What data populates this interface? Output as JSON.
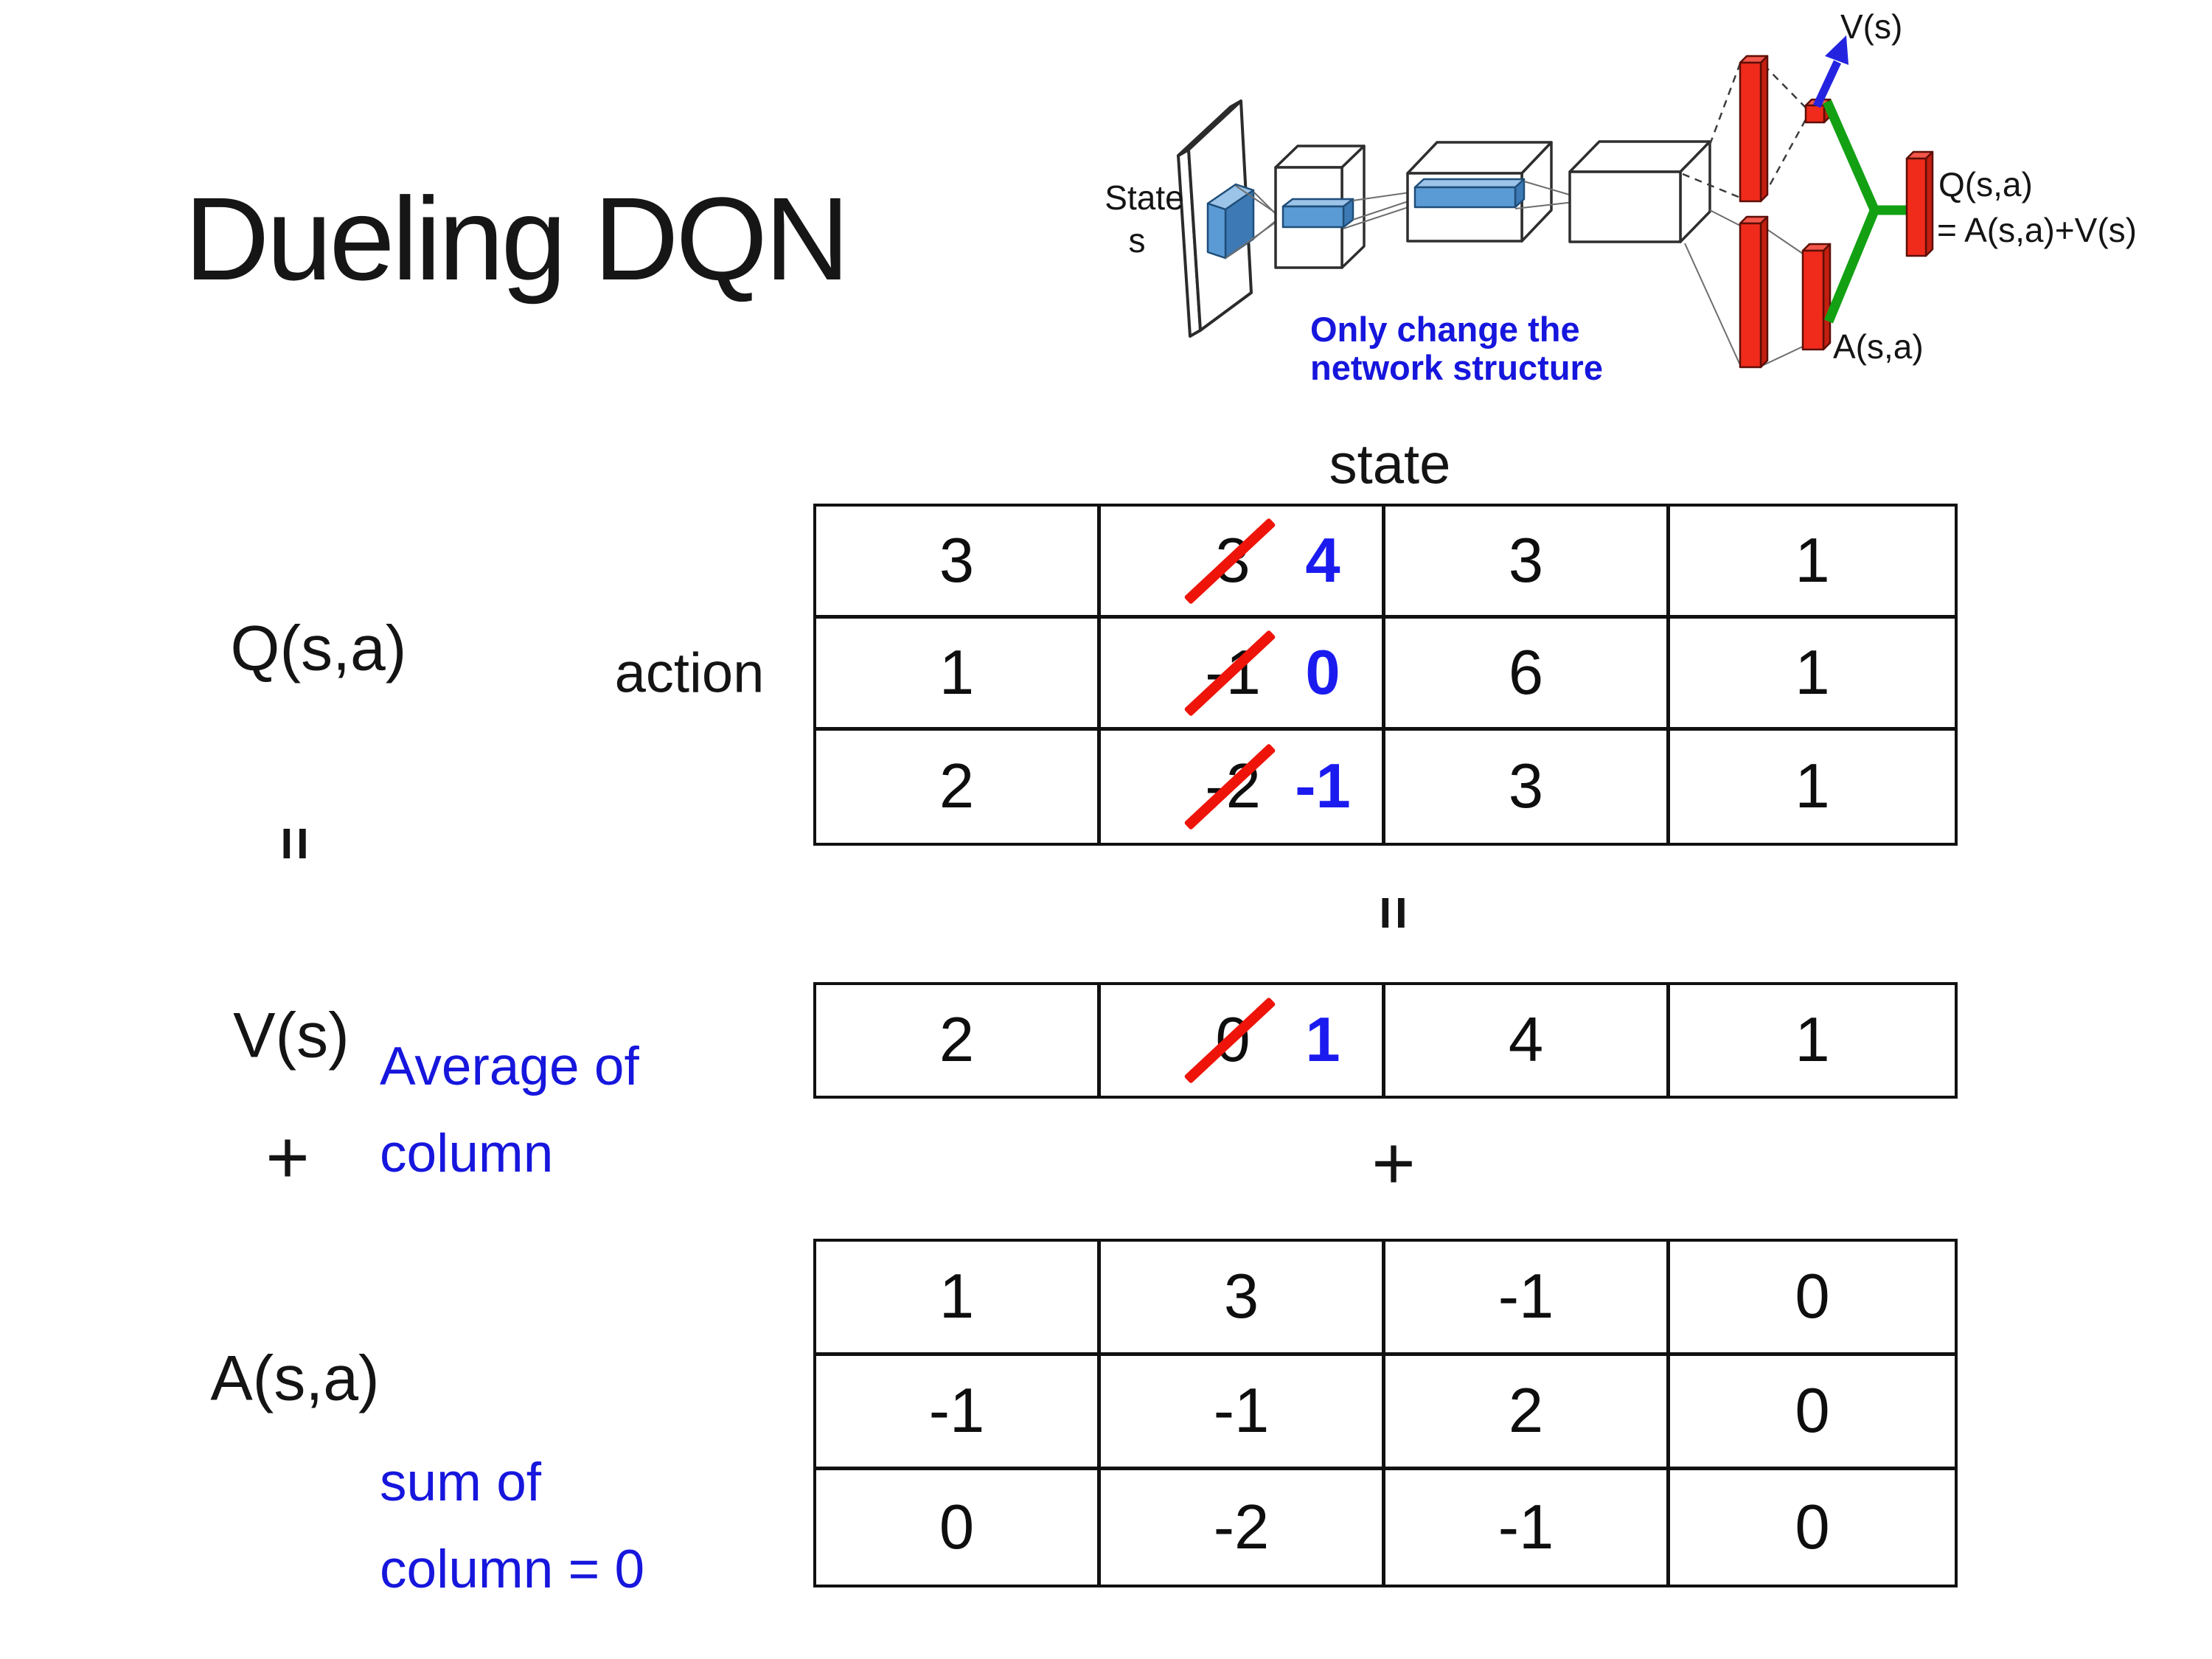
{
  "title": "Dueling DQN",
  "colors": {
    "annotation_blue": "#1616dd",
    "number_blue": "#1b1bf0",
    "strike_red": "#ee1409",
    "bar_red": "#f02b1b",
    "conv_slab_blue": "#5b9bd5",
    "merge_green": "#13a113",
    "arrow_blue": "#2424e0"
  },
  "diagram": {
    "state_line1": "State",
    "state_line2": "s",
    "note_line1": "Only change the",
    "note_line2": "network structure",
    "v_out_label": "V(s)",
    "a_out_label": "A(s,a)",
    "q_out_line1": "Q(s,a)",
    "q_out_line2": "= A(s,a)+V(s)"
  },
  "equation": {
    "q_term": "Q(s,a)",
    "equals_left": "=",
    "v_term": "V(s)",
    "plus_left": "+",
    "a_term": "A(s,a)",
    "equals_mid": "=",
    "plus_mid": "+",
    "state_header": "state",
    "action_header": "action",
    "avg_note_line1": "Average of",
    "avg_note_line2": "column",
    "sum_note_line1": "sum of",
    "sum_note_line2": "column = 0"
  },
  "q_table": {
    "rows": [
      [
        {
          "value": "3"
        },
        {
          "value": "3",
          "crossed": true,
          "replacement": "4"
        },
        {
          "value": "3"
        },
        {
          "value": "1"
        }
      ],
      [
        {
          "value": "1"
        },
        {
          "value": "-1",
          "crossed": true,
          "replacement": "0"
        },
        {
          "value": "6"
        },
        {
          "value": "1"
        }
      ],
      [
        {
          "value": "2"
        },
        {
          "value": "-2",
          "crossed": true,
          "replacement": "-1"
        },
        {
          "value": "3"
        },
        {
          "value": "1"
        }
      ]
    ]
  },
  "v_table": {
    "rows": [
      [
        {
          "value": "2"
        },
        {
          "value": "0",
          "crossed": true,
          "replacement": "1"
        },
        {
          "value": "4"
        },
        {
          "value": "1"
        }
      ]
    ]
  },
  "a_table": {
    "rows": [
      [
        {
          "value": "1"
        },
        {
          "value": "3"
        },
        {
          "value": "-1"
        },
        {
          "value": "0"
        }
      ],
      [
        {
          "value": "-1"
        },
        {
          "value": "-1"
        },
        {
          "value": "2"
        },
        {
          "value": "0"
        }
      ],
      [
        {
          "value": "0"
        },
        {
          "value": "-2"
        },
        {
          "value": "-1"
        },
        {
          "value": "0"
        }
      ]
    ]
  }
}
